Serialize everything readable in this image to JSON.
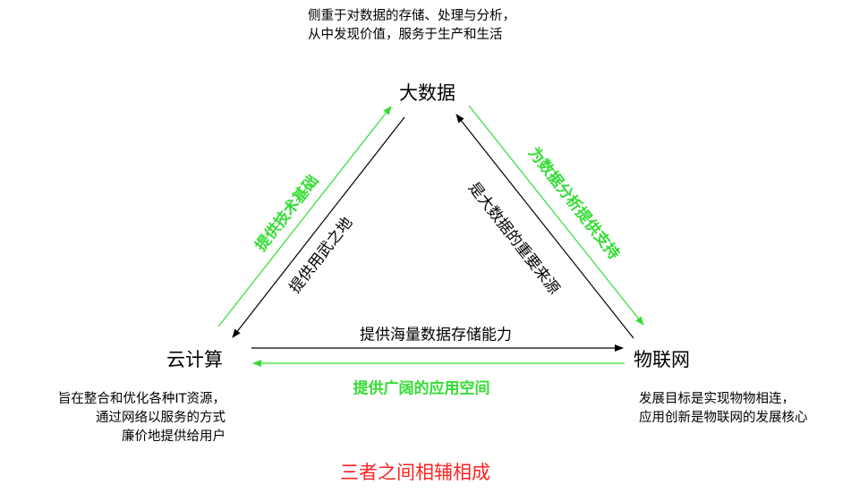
{
  "nodes": {
    "bigdata": "大数据",
    "cloud": "云计算",
    "iot": "物联网"
  },
  "descriptions": {
    "bigdata_line1": "侧重于对数据的存储、处理与分析，",
    "bigdata_line2": "从中发现价值，服务于生产和生活",
    "cloud_line1": "旨在整合和优化各种IT资源，",
    "cloud_line2": "通过网络以服务的方式",
    "cloud_line3": "廉价地提供给用户",
    "iot_line1": "发展目标是实现物物相连，",
    "iot_line2": "应用创新是物联网的发展核心"
  },
  "relations": {
    "cloud_to_bigdata_support": "提供技术基础",
    "bigdata_to_cloud_use": "提供用武之地",
    "iot_to_bigdata_source": "是大数据的重要来源",
    "bigdata_to_iot_support": "为数据分析提供支持",
    "cloud_to_iot_storage": "提供海量数据存储能力",
    "iot_to_cloud_space": "提供广阔的应用空间"
  },
  "conclusion": "三者之间相辅相成",
  "colors": {
    "green": "#33dd33",
    "black": "#000000",
    "red": "#ff2222"
  }
}
